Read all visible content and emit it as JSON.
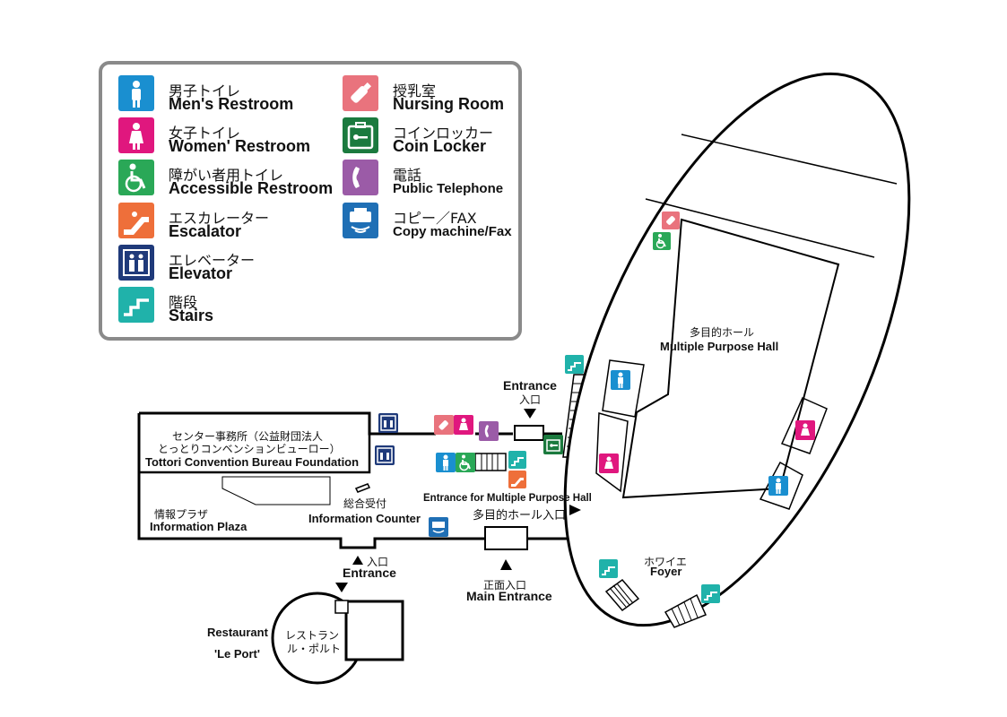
{
  "legend": {
    "items": [
      {
        "jp": "男子トイレ",
        "en": "Men's Restroom",
        "icon": "men-restroom-icon",
        "color": "#1a8fd0"
      },
      {
        "jp": "女子トイレ",
        "en": "Women' Restroom",
        "icon": "women-restroom-icon",
        "color": "#e0177e"
      },
      {
        "jp": "障がい者用トイレ",
        "en": "Accessible Restroom",
        "icon": "accessible-restroom-icon",
        "color": "#2aa857"
      },
      {
        "jp": "エスカレーター",
        "en": "Escalator",
        "icon": "escalator-icon",
        "color": "#ee6f3a"
      },
      {
        "jp": "エレベーター",
        "en": "Elevator",
        "icon": "elevator-icon",
        "color": "#1f3a7a"
      },
      {
        "jp": "階段",
        "en": "Stairs",
        "icon": "stairs-icon",
        "color": "#20b2aa"
      },
      {
        "jp": "授乳室",
        "en": "Nursing Room",
        "icon": "nursing-room-icon",
        "color": "#e9737d"
      },
      {
        "jp": "コインロッカー",
        "en": "Coin Locker",
        "icon": "coin-locker-icon",
        "color": "#1b7a3e"
      },
      {
        "jp": "電話",
        "en": "Public Telephone",
        "icon": "telephone-icon",
        "color": "#9b5ba7"
      },
      {
        "jp": "コピー／FAX",
        "en": "Copy machine/Fax",
        "icon": "copy-fax-icon",
        "color": "#1f6fb5"
      }
    ]
  },
  "map": {
    "office_jp1": "センター事務所（公益財団法人",
    "office_jp2": "とっとりコンベンションビューロー）",
    "office_en": "Tottori Convention Bureau Foundation",
    "plaza_jp": "情報プラザ",
    "plaza_en": "Information Plaza",
    "counter_jp": "総合受付",
    "counter_en": "Information Counter",
    "mph_entrance_en": "Entrance for Multiple Purpose Hall",
    "mph_entrance_jp": "多目的ホール入口",
    "hall_jp": "多目的ホール",
    "hall_en": "Multiple Purpose Hall",
    "foyer_jp": "ホワイエ",
    "foyer_en": "Foyer",
    "entrance_top_en": "Entrance",
    "entrance_top_jp": "入口",
    "entrance_left_jp": "入口",
    "entrance_left_en": "Entrance",
    "main_entrance_jp": "正面入口",
    "main_entrance_en": "Main Entrance",
    "restaurant_en1": "Restaurant",
    "restaurant_en2": "'Le Port'",
    "restaurant_jp1": "レストラン",
    "restaurant_jp2": "ル・ポルト"
  }
}
